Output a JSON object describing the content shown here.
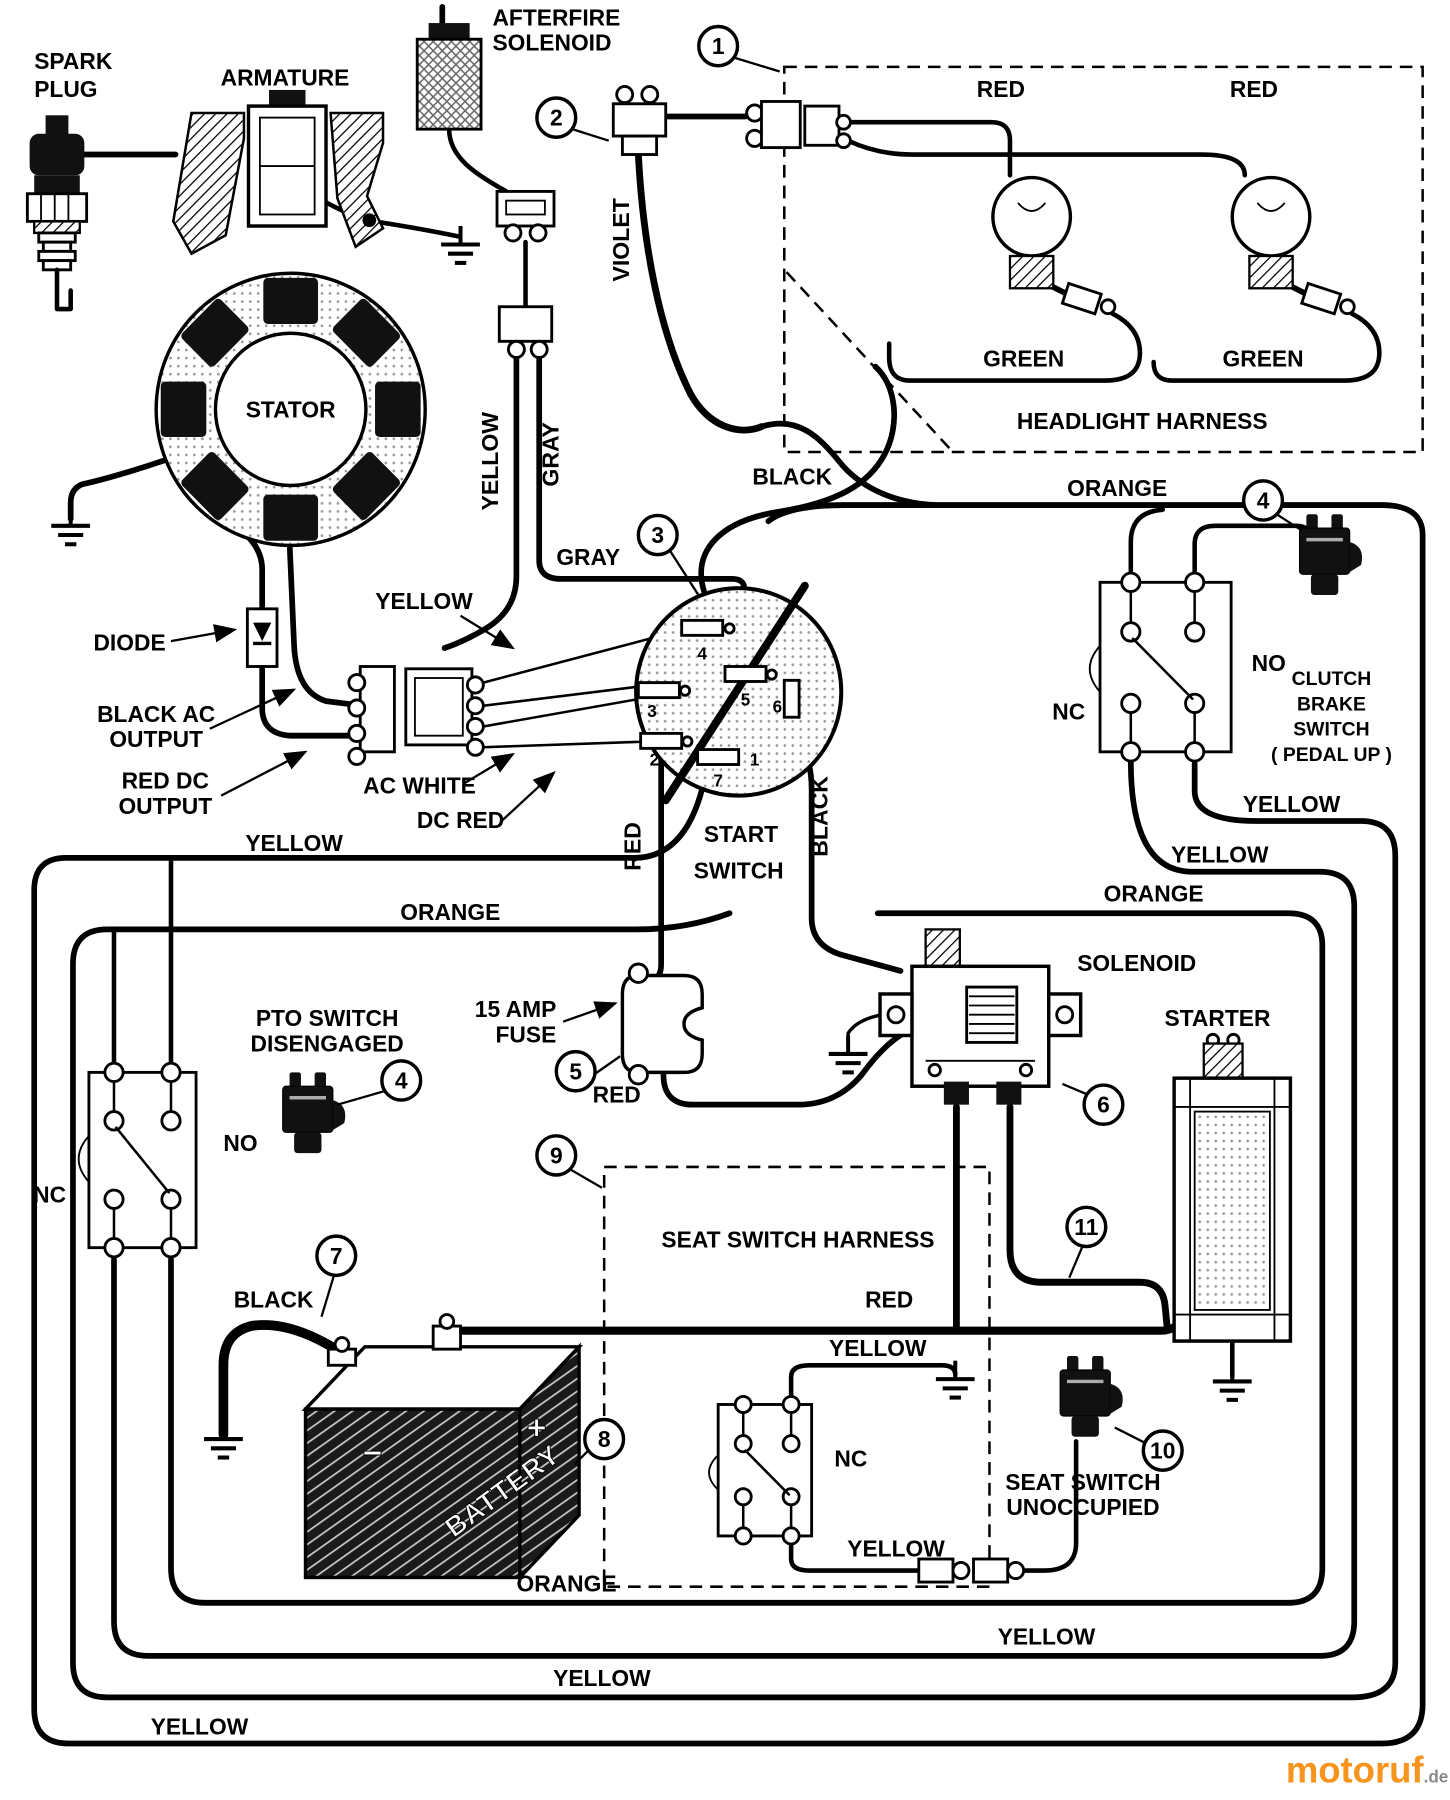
{
  "diagram": {
    "labels": {
      "spark_plug_l1": "SPARK",
      "spark_plug_l2": "PLUG",
      "armature": "ARMATURE",
      "afterfire_l1": "AFTERFIRE",
      "afterfire_l2": "SOLENOID",
      "stator": "STATOR",
      "diode": "DIODE",
      "black_ac_l1": "BLACK AC",
      "black_ac_l2": "OUTPUT",
      "red_dc_l1": "RED DC",
      "red_dc_l2": "OUTPUT",
      "ac_white": "AC WHITE",
      "dc_red": "DC RED",
      "start_switch_l1": "START",
      "start_switch_l2": "SWITCH",
      "headlight_harness": "HEADLIGHT HARNESS",
      "clutch_l1": "CLUTCH",
      "clutch_l2": "BRAKE",
      "clutch_l3": "SWITCH",
      "clutch_l4": "( PEDAL UP )",
      "pto_l1": "PTO SWITCH",
      "pto_l2": "DISENGAGED",
      "fuse_l1": "15 AMP",
      "fuse_l2": "FUSE",
      "solenoid": "SOLENOID",
      "starter": "STARTER",
      "battery": "BATTERY",
      "battery_plus": "+",
      "battery_minus": "−",
      "seat_harness": "SEAT SWITCH HARNESS",
      "seat_switch_l1": "SEAT SWITCH",
      "seat_switch_l2": "UNOCCUPIED"
    },
    "wire_colors": {
      "red": "RED",
      "green": "GREEN",
      "violet": "VIOLET",
      "black": "BLACK",
      "orange": "ORANGE",
      "yellow": "YELLOW",
      "gray": "GRAY"
    },
    "switch_states": {
      "no": "NO",
      "nc": "NC"
    },
    "callouts": {
      "c1": "1",
      "c2": "2",
      "c3": "3",
      "c4": "4",
      "c5": "5",
      "c6": "6",
      "c7": "7",
      "c8": "8",
      "c9": "9",
      "c10": "10",
      "c11": "11"
    },
    "start_switch_pins": {
      "p1": "1",
      "p2": "2",
      "p3": "3",
      "p4": "4",
      "p5": "5",
      "p6": "6",
      "p7": "7"
    }
  },
  "watermark": {
    "brand": "motoruf",
    "tld": ".de",
    "brand_color": "#f7941d",
    "tld_color": "#8a8a8a"
  }
}
